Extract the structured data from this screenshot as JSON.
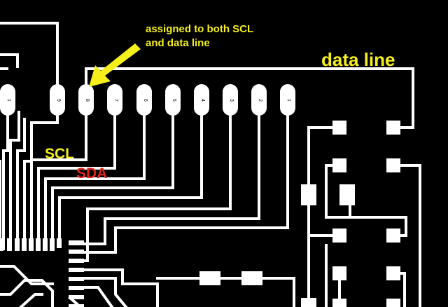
{
  "annotations": {
    "assigned_line1": "assigned to both SCL",
    "assigned_line2": "and data line",
    "data_line": "data line",
    "scl": "SCL",
    "sda": "SDA"
  },
  "connector_pins": [
    "1",
    "9",
    "8",
    "7",
    "6",
    "5",
    "4",
    "3",
    "2",
    "1"
  ],
  "colors": {
    "background": "#000000",
    "trace": "#ffffff",
    "annotation_yellow": "#f5ef1c",
    "annotation_red": "#e0201a"
  }
}
